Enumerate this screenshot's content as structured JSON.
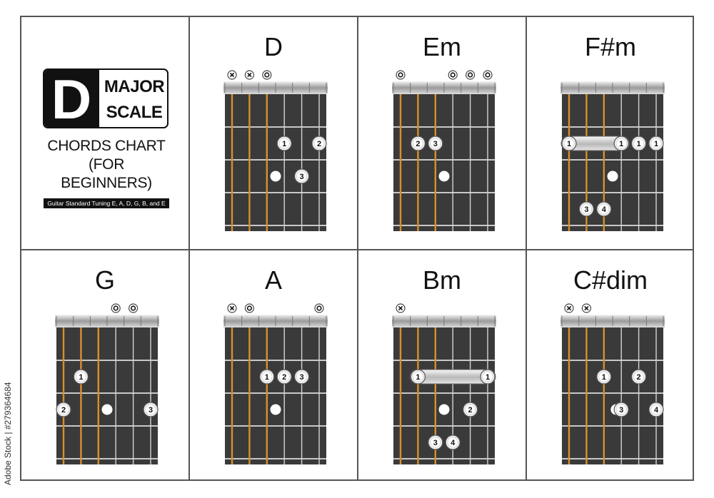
{
  "header": {
    "key": "D",
    "line1": "MAJOR",
    "line2": "SCALE",
    "subtitle1": "CHORDS CHART",
    "subtitle2": "(FOR BEGINNERS)",
    "tuning": "Guitar Standard Tuning E, A, D, G, B, and E"
  },
  "watermark": "279364684",
  "watermark_prefix": "Adobe Stock | #",
  "chords": [
    {
      "name": "D",
      "strings": [
        "x",
        "x",
        "o",
        "",
        "",
        ""
      ],
      "barre": null,
      "dots": [
        {
          "s": 3,
          "f": 2,
          "l": "1"
        },
        {
          "s": 5,
          "f": 2,
          "l": "2"
        },
        {
          "s": 4,
          "f": 3,
          "l": "3"
        }
      ],
      "white_dots": [
        {
          "s": 2.5,
          "f": 3
        }
      ]
    },
    {
      "name": "Em",
      "strings": [
        "o",
        "",
        "",
        "o",
        "o",
        "o"
      ],
      "barre": null,
      "dots": [
        {
          "s": 1,
          "f": 2,
          "l": "2"
        },
        {
          "s": 2,
          "f": 2,
          "l": "3"
        }
      ],
      "white_dots": [
        {
          "s": 2.5,
          "f": 3
        }
      ]
    },
    {
      "name": "F#m",
      "strings": [
        "",
        "",
        "",
        "",
        "",
        ""
      ],
      "barre": {
        "f": 2,
        "from": 0,
        "to": 3
      },
      "dots": [
        {
          "s": 0,
          "f": 2,
          "l": "1"
        },
        {
          "s": 3,
          "f": 2,
          "l": "1"
        },
        {
          "s": 4,
          "f": 2,
          "l": "1"
        },
        {
          "s": 5,
          "f": 2,
          "l": "1"
        },
        {
          "s": 1,
          "f": 4,
          "l": "3"
        },
        {
          "s": 2,
          "f": 4,
          "l": "4"
        }
      ],
      "white_dots": [
        {
          "s": 2.5,
          "f": 3
        }
      ]
    },
    {
      "name": "G",
      "strings": [
        "",
        "",
        "",
        "o",
        "o",
        ""
      ],
      "barre": null,
      "dots": [
        {
          "s": 1,
          "f": 2,
          "l": "1"
        },
        {
          "s": 0,
          "f": 3,
          "l": "2"
        },
        {
          "s": 5,
          "f": 3,
          "l": "3"
        }
      ],
      "white_dots": [
        {
          "s": 2.5,
          "f": 3
        }
      ]
    },
    {
      "name": "A",
      "strings": [
        "x",
        "o",
        "",
        "",
        "",
        "o"
      ],
      "barre": null,
      "dots": [
        {
          "s": 2,
          "f": 2,
          "l": "1"
        },
        {
          "s": 3,
          "f": 2,
          "l": "2"
        },
        {
          "s": 4,
          "f": 2,
          "l": "3"
        }
      ],
      "white_dots": [
        {
          "s": 2.5,
          "f": 3
        }
      ]
    },
    {
      "name": "Bm",
      "strings": [
        "x",
        "",
        "",
        "",
        "",
        ""
      ],
      "barre": {
        "f": 2,
        "from": 1,
        "to": 5
      },
      "dots": [
        {
          "s": 1,
          "f": 2,
          "l": "1"
        },
        {
          "s": 5,
          "f": 2,
          "l": "1"
        },
        {
          "s": 4,
          "f": 3,
          "l": "2"
        },
        {
          "s": 2,
          "f": 4,
          "l": "3"
        },
        {
          "s": 3,
          "f": 4,
          "l": "4"
        }
      ],
      "white_dots": [
        {
          "s": 2.5,
          "f": 3
        }
      ]
    },
    {
      "name": "C#dim",
      "strings": [
        "x",
        "x",
        "",
        "",
        "",
        ""
      ],
      "barre": null,
      "dots": [
        {
          "s": 2,
          "f": 2,
          "l": "1"
        },
        {
          "s": 4,
          "f": 2,
          "l": "2"
        },
        {
          "s": 3,
          "f": 3,
          "l": "3"
        },
        {
          "s": 5,
          "f": 3,
          "l": "4"
        }
      ],
      "white_dots": [
        {
          "s": 2.7,
          "f": 3
        }
      ]
    }
  ]
}
